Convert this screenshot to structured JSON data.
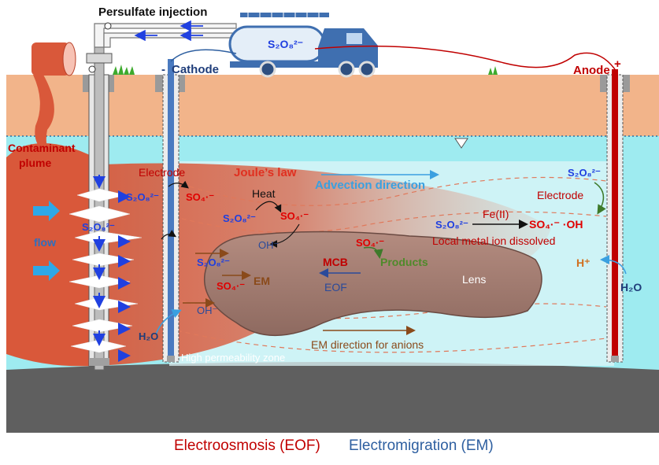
{
  "labels": {
    "persulfate_injection": "Persulfate injection",
    "cathode_sign": "-",
    "cathode": "Cathode",
    "anode": "Anode",
    "anode_sign": "+",
    "truck_label": "S₂O₈²⁻",
    "contaminant_plume_line1": "Contaminant",
    "contaminant_plume_line2": "plume",
    "flow": "flow",
    "well_s2o8": "S₂O₈²⁻",
    "inject_s2o8": "S₂O₈²⁻",
    "electrode_left": "Electrode",
    "so4_left": "SO₄·⁻",
    "joules_law": "Joule’s law",
    "advection_direction": "Advection direction",
    "heat": "Heat",
    "heat_s2o8": "S₂O₈²⁻",
    "heat_so4": "SO₄·⁻",
    "oh_minus_mid": "OH⁻",
    "em_s2o8": "S₂O₈²⁻",
    "em_so4": "SO₄·⁻",
    "em": "EM",
    "oh_minus_low": "OH⁻",
    "h2o_left": "H₂O",
    "high_permeability_zone": "High permeability zone",
    "so4_products": "SO₄·⁻",
    "mcb": "MCB",
    "products": "Products",
    "eof": "EOF",
    "lens": "Lens",
    "em_direction_anions": "EM direction for anions",
    "fe_s2o8": "S₂O₈²⁻",
    "fe_ii": "Fe(II)",
    "fe_products": "SO₄·⁻ ·OH",
    "local_metal_ion": "Local metal ion dissolved",
    "electrode_right": "Electrode",
    "anode_s2o8": "S₂O₈²⁻",
    "h_plus": "H⁺",
    "h2o_right": "H₂O"
  },
  "legend": {
    "electroosmosis": "Electroosmosis (EOF)",
    "electromigration": "Electromigration (EM)"
  },
  "colors": {
    "soil": "#F2B48A",
    "water": "#9EEBF0",
    "bedrock": "#5F5F5F",
    "plume": "#D9583A",
    "red_text": "#C00000",
    "blue_text": "#1F3FE0",
    "navy_text": "#1F3D7A",
    "green_text": "#4F8A2A",
    "brown_text": "#8A4A1A",
    "truck": "#3F6FB0"
  }
}
